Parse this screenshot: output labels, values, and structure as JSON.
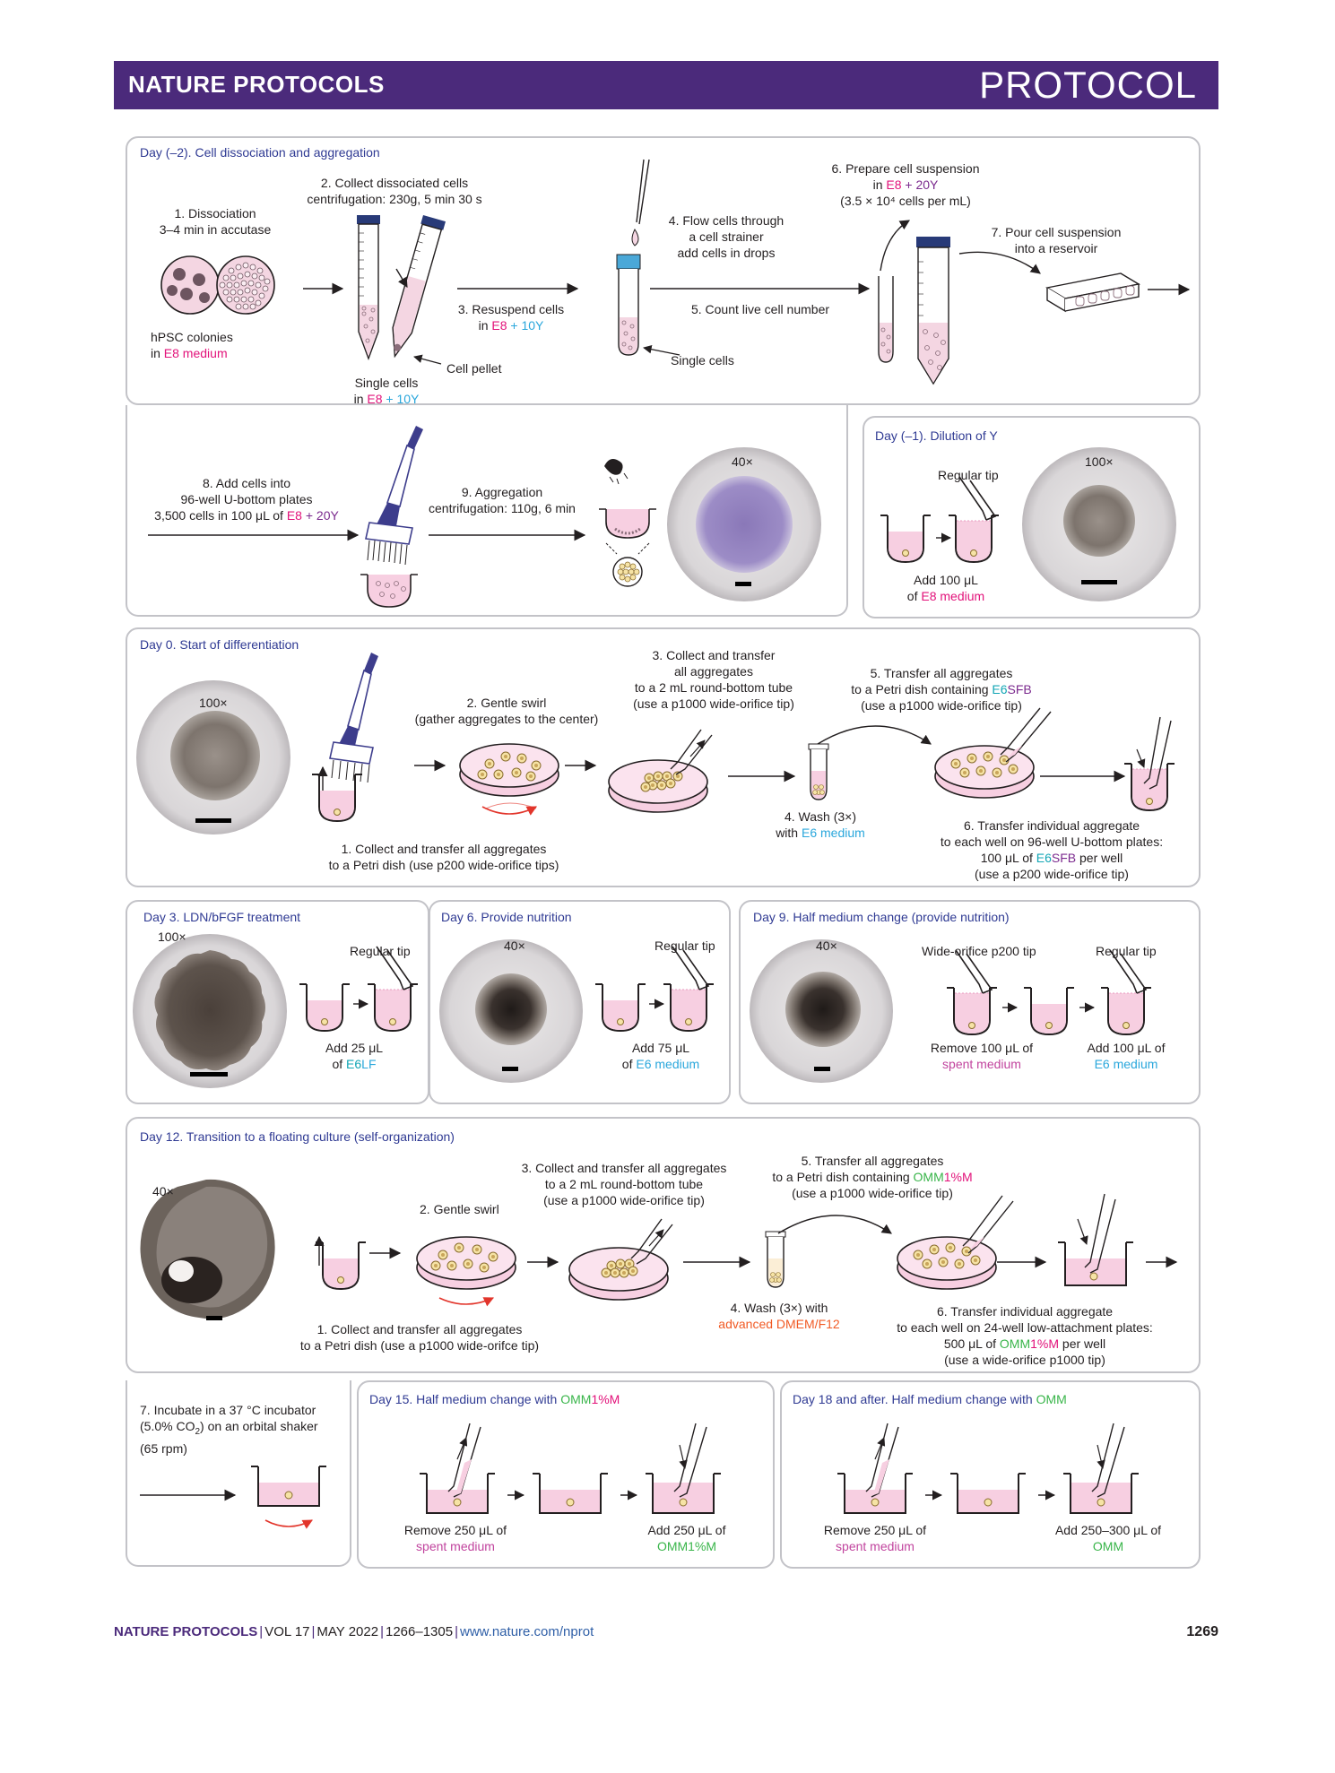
{
  "header": {
    "journal": "NATURE PROTOCOLS",
    "type": "PROTOCOL"
  },
  "panel_day_minus2": {
    "title": "Day (–2). Cell dissociation and aggregation",
    "step1_a": "1. Dissociation",
    "step1_b": "3–4 min in accutase",
    "colonies_a": "hPSC colonies",
    "colonies_b_pre": "in ",
    "colonies_b_col": "E8 medium",
    "step2_a": "2. Collect dissociated cells",
    "step2_b": "centrifugation: 230g, 5 min 30 s",
    "single_a": "Single cells",
    "single_b_pre": "in ",
    "single_b_e8": "E8",
    "single_b_plus": " + 10Y",
    "pellet": "Cell pellet",
    "step3_a": "3. Resuspend cells",
    "step3_b_pre": "in ",
    "step3_b_e8": "E8",
    "step3_b_plus": " + 10Y",
    "step4_a": "4. Flow cells through",
    "step4_b": "a cell strainer",
    "step4_c": "add cells in drops",
    "single2": "Single cells",
    "step5": "5. Count live cell number",
    "step6_a": "6. Prepare cell suspension",
    "step6_b_pre": "in ",
    "step6_b_e8": "E8",
    "step6_b_plus": " + 20Y",
    "step6_c": "(3.5 × 10⁴ cells per mL)",
    "step7_a": "7. Pour cell suspension",
    "step7_b": "into a reservoir",
    "step8_a": "8. Add cells into",
    "step8_b": "96-well U-bottom plates",
    "step8_c_pre": "3,500 cells in 100 μL of ",
    "step8_c_e8": "E8",
    "step8_c_plus": " + 20Y",
    "step9_a": "9. Aggregation",
    "step9_b": "centrifugation: 110g, 6 min",
    "mag": "40×"
  },
  "panel_day_minus1": {
    "title": "Day (–1). Dilution of Y",
    "tip": "Regular tip",
    "add_a": "Add 100 μL",
    "add_b_pre": "of ",
    "add_b_col": "E8 medium",
    "mag": "100×"
  },
  "panel_day0": {
    "title": "Day 0. Start of differentiation",
    "mag": "100×",
    "step1_a": "1. Collect and transfer all aggregates",
    "step1_b": "to a Petri dish (use p200 wide-orifice tips)",
    "step2_a": "2. Gentle swirl",
    "step2_b": "(gather aggregates to the center)",
    "step3_a": "3. Collect and transfer",
    "step3_b": "all aggregates",
    "step3_c": "to a 2 mL round-bottom tube",
    "step3_d": "(use a p1000 wide-orifice tip)",
    "step4_a": "4. Wash (3×)",
    "step4_b_pre": "with ",
    "step4_b_col": "E6 medium",
    "step5_a": "5. Transfer all aggregates",
    "step5_b_pre": "to a Petri dish containing ",
    "step5_b_e6": "E6",
    "step5_b_sfb": "SFB",
    "step5_c": "(use a p1000 wide-orifice tip)",
    "step6_a": "6. Transfer individual aggregate",
    "step6_b": "to each well on 96-well U-bottom plates:",
    "step6_c_pre": "100 μL of ",
    "step6_c_e6": "E6",
    "step6_c_sfb": "SFB",
    "step6_c_post": " per well",
    "step6_d": "(use a p200 wide-orifice tip)"
  },
  "panel_day3": {
    "title": "Day 3. LDN/bFGF treatment",
    "mag": "100×",
    "tip": "Regular tip",
    "add_a": "Add 25 μL",
    "add_b_pre": "of ",
    "add_b_e6": "E6",
    "add_b_lf": "LF"
  },
  "panel_day6": {
    "title": "Day 6. Provide nutrition",
    "mag": "40×",
    "tip": "Regular tip",
    "add_a": "Add 75 μL",
    "add_b_pre": "of ",
    "add_b_col": "E6 medium"
  },
  "panel_day9": {
    "title": "Day 9. Half medium change (provide nutrition)",
    "mag": "40×",
    "tip1": "Wide-orifice p200 tip",
    "tip2": "Regular tip",
    "remove_a": "Remove 100 μL of",
    "remove_b": "spent medium",
    "add_a": "Add 100 μL of",
    "add_b": "E6 medium"
  },
  "panel_day12": {
    "title": "Day 12. Transition to a floating culture (self-organization)",
    "mag": "40×",
    "step1_a": "1. Collect and transfer all aggregates",
    "step1_b": "to a Petri dish (use a p1000 wide-orifce tip)",
    "step2": "2. Gentle swirl",
    "step3_a": "3. Collect and transfer all aggregates",
    "step3_b": "to a 2 mL round-bottom tube",
    "step3_c": "(use a p1000 wide-orifice tip)",
    "step4_a": "4. Wash (3×) with",
    "step4_b": "advanced DMEM/F12",
    "step5_a": "5. Transfer all aggregates",
    "step5_b_pre": "to a Petri dish containing ",
    "step5_b_omm": "OMM",
    "step5_b_pct": "1%M",
    "step5_c": "(use a p1000 wide-orifice tip)",
    "step6_a": "6. Transfer individual aggregate",
    "step6_b": "to each well on 24-well low-attachment plates:",
    "step6_c_pre": "500 μL of ",
    "step6_c_omm": "OMM",
    "step6_c_pct": "1%M",
    "step6_c_post": " per well",
    "step6_d": "(use a wide-orifice p1000 tip)"
  },
  "panel_incubate": {
    "line1": "7. Incubate in a 37 °C incubator",
    "line2_pre": "(5.0% CO",
    "line2_sub": "2",
    "line2_post": ") on an orbital shaker",
    "line3": "(65 rpm)"
  },
  "panel_day15": {
    "title_pre": "Day 15. Half medium change with ",
    "title_omm": "OMM",
    "title_pct": "1%M",
    "remove_a": "Remove 250 μL of",
    "remove_b": "spent medium",
    "add_a": "Add 250 μL of",
    "add_b": "OMM1%M"
  },
  "panel_day18": {
    "title_pre": "Day 18 and after. Half medium change with ",
    "title_omm": "OMM",
    "remove_a": "Remove 250 μL of",
    "remove_b": "spent medium",
    "add_a": "Add 250–300 μL of",
    "add_b": "OMM"
  },
  "footer": {
    "journal": "NATURE PROTOCOLS",
    "vol": "VOL 17",
    "date": "MAY 2022",
    "pages": "1266–1305",
    "url": "www.nature.com/nprot",
    "page_number": "1269"
  },
  "colors": {
    "header": "#4b2a7b",
    "title": "#2f3a93",
    "e8": "#e2127a",
    "y": "#2aa7dc",
    "omm": "#39b54a",
    "liquid": "#f7cfe1"
  }
}
